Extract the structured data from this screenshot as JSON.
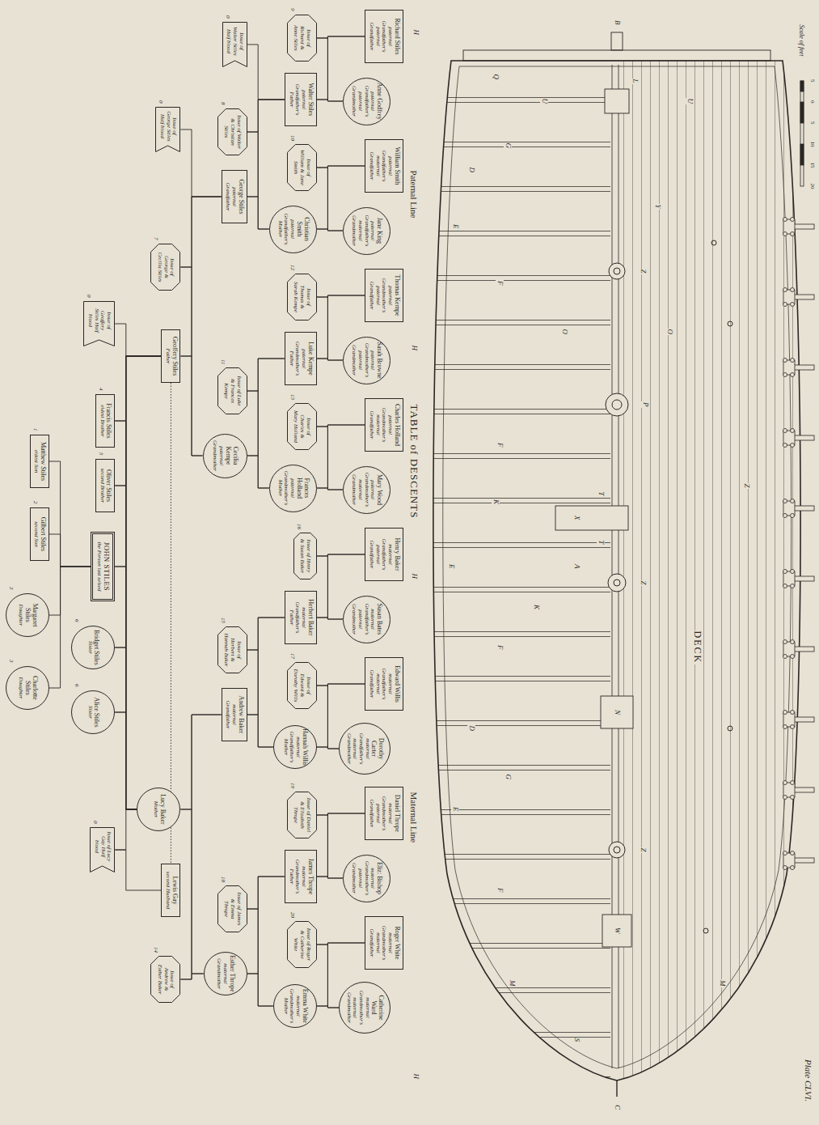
{
  "diagram": {
    "title": "TABLE of DESCENTS",
    "nodes": [
      {
        "text": [
          "Richard Stiles",
          "paternal Grandfather's paternal Grandfather"
        ]
      },
      {
        "text": [
          "Anne Godfrey",
          "paternal Grandfather's paternal Grandmother"
        ]
      },
      {
        "text": [
          "William Smith",
          "paternal Grandfather's maternal Grandfather"
        ]
      },
      {
        "text": [
          "Jane King",
          "paternal Grandfather's maternal Grandmother"
        ]
      },
      {
        "text": [
          "Thomas Kempe",
          "paternal Grandmother's paternal Grandfather"
        ]
      },
      {
        "text": [
          "Sarah Browne",
          "paternal Grandmother's paternal Grandmother"
        ]
      },
      {
        "text": [
          "Charles Holland",
          "paternal Grandmother's maternal Grandfather"
        ]
      },
      {
        "text": [
          "Mary Wood",
          "paternal Grandmother's maternal Grandmother"
        ]
      },
      {
        "text": [
          "Henry Baker",
          "maternal Grandfather's paternal Grandfather"
        ]
      },
      {
        "text": [
          "Susan Bates",
          "maternal Grandfather's paternal Grandmother"
        ]
      },
      {
        "text": [
          "Edward Willis",
          "maternal Grandfather's maternal Grandfather"
        ]
      },
      {
        "text": [
          "Dorothy Carter",
          "maternal Grandfather's maternal Grandmother"
        ]
      },
      {
        "text": [
          "Daniel Thrope",
          "maternal Grandmother's paternal Grandfather"
        ]
      },
      {
        "text": [
          "Eliz: Bishop",
          "maternal Grandmother's paternal Grandmother"
        ]
      },
      {
        "text": [
          "Roger White",
          "maternal Grandmother's maternal Grandfather"
        ]
      },
      {
        "text": [
          "Catherine Ward",
          "maternal Grandmother's maternal Grandmother"
        ]
      },
      {
        "text": [
          "Issue of Richard & Anne Stiles"
        ]
      },
      {
        "text": [
          "Walter Stiles",
          "paternal Grandfather's Father"
        ]
      },
      {
        "text": [
          "Issue of William & Jane Smith"
        ]
      },
      {
        "text": [
          "Christian Smith",
          "paternal Grandfather's Mother"
        ]
      },
      {
        "text": [
          "Issue of Thomas & Sarah Kempe"
        ]
      },
      {
        "text": [
          "Luke Kempe",
          "paternal Grandmother's Father"
        ]
      },
      {
        "text": [
          "Issue of Charles & Mary Holland"
        ]
      },
      {
        "text": [
          "Frances Holland",
          "paternal Grandmother's Mother"
        ]
      },
      {
        "text": [
          "Issue of Henry & Susan Baker"
        ]
      },
      {
        "text": [
          "Herbert Baker",
          "maternal Grandfather's Father"
        ]
      },
      {
        "text": [
          "Issue of Edward & Dorothy Willis"
        ]
      },
      {
        "text": [
          "Hannah Willis",
          "maternal Grandfather's Mother"
        ]
      },
      {
        "text": [
          "Issue of Daniel & Elizabeth Thrope"
        ]
      },
      {
        "text": [
          "James Thrope",
          "maternal Grandmother's Father"
        ]
      },
      {
        "text": [
          "Issue of Roger & Catherine White"
        ]
      },
      {
        "text": [
          "Emma White",
          "maternal Grandmother's Mother"
        ]
      },
      {
        "text": [
          "Issue of Walter Stiles Half blood"
        ]
      },
      {
        "text": [
          "Issue of Walter & Christian Stiles"
        ]
      },
      {
        "text": [
          "George Stiles",
          "paternal Grandfather"
        ]
      },
      {
        "text": [
          "Issue of Luke & Frances Kempe"
        ]
      },
      {
        "text": [
          "Cecilia Kempe",
          "paternal Grandmother"
        ]
      },
      {
        "text": [
          "Issue of Herbert & Hannah Baker"
        ]
      },
      {
        "text": [
          "Andrew Baker",
          "maternal Grandfather"
        ]
      },
      {
        "text": [
          "Issue of James & Emma Thrope"
        ]
      },
      {
        "text": [
          "Esther Thrope",
          "maternal Grandmother"
        ]
      },
      {
        "text": [
          "Issue of George Stiles Half blood"
        ]
      },
      {
        "text": [
          "Issue of George & Cecilia Stiles"
        ]
      },
      {
        "text": [
          "Geoffery Stiles",
          "Father"
        ]
      },
      {
        "text": [
          "Lucy Baker",
          "Mother"
        ]
      },
      {
        "text": [
          "Lewis Gay",
          "second Husband"
        ]
      },
      {
        "text": [
          "Issue of Andrew & Esther Baker"
        ]
      },
      {
        "text": [
          "Issue of Geoffery Stiles Half blood"
        ]
      },
      {
        "text": [
          "Francis Stiles",
          "eldest Brother"
        ]
      },
      {
        "text": [
          "Oliver Stiles",
          "second Brother"
        ]
      },
      {
        "text": [
          "JOHN STILES",
          "the Person last seised"
        ]
      },
      {
        "text": [
          "Bridget Stiles",
          "Sister"
        ]
      },
      {
        "text": [
          "Alice Stiles",
          "Sister"
        ]
      },
      {
        "text": [
          "Issue of Lucy Gay Half blood"
        ]
      },
      {
        "text": [
          "Matthew Stiles",
          "eldest Son"
        ]
      },
      {
        "text": [
          "Gilbert Stiles",
          "second Son"
        ]
      },
      {
        "text": [
          "Margaret Stiles",
          "Daughter"
        ]
      },
      {
        "text": [
          "Charlotte Stiles",
          "Daughter"
        ]
      }
    ],
    "edges": [
      {
        "from": 0,
        "to": 16,
        "arrow": "none"
      },
      {
        "from": 0,
        "to": 17,
        "arrow": "none"
      },
      {
        "from": 1,
        "to": 16,
        "arrow": "none"
      },
      {
        "from": 1,
        "to": 17,
        "arrow": "none"
      },
      {
        "from": 2,
        "to": 18,
        "arrow": "none"
      },
      {
        "from": 2,
        "to": 19,
        "arrow": "none"
      },
      {
        "from": 3,
        "to": 18,
        "arrow": "none"
      },
      {
        "from": 3,
        "to": 19,
        "arrow": "none"
      },
      {
        "from": 4,
        "to": 20,
        "arrow": "none"
      },
      {
        "from": 4,
        "to": 21,
        "arrow": "none"
      },
      {
        "from": 5,
        "to": 20,
        "arrow": "none"
      },
      {
        "from": 5,
        "to": 21,
        "arrow": "none"
      },
      {
        "from": 6,
        "to": 22,
        "arrow": "none"
      },
      {
        "from": 6,
        "to": 23,
        "arrow": "none"
      },
      {
        "from": 7,
        "to": 22,
        "arrow": "none"
      },
      {
        "from": 7,
        "to": 23,
        "arrow": "none"
      },
      {
        "from": 8,
        "to": 24,
        "arrow": "none"
      },
      {
        "from": 8,
        "to": 25,
        "arrow": "none"
      },
      {
        "from": 9,
        "to": 24,
        "arrow": "none"
      },
      {
        "from": 9,
        "to": 25,
        "arrow": "none"
      },
      {
        "from": 10,
        "to": 26,
        "arrow": "none"
      },
      {
        "from": 10,
        "to": 27,
        "arrow": "none"
      },
      {
        "from": 11,
        "to": 26,
        "arrow": "none"
      },
      {
        "from": 11,
        "to": 27,
        "arrow": "none"
      },
      {
        "from": 12,
        "to": 28,
        "arrow": "none"
      },
      {
        "from": 12,
        "to": 29,
        "arrow": "none"
      },
      {
        "from": 13,
        "to": 28,
        "arrow": "none"
      },
      {
        "from": 13,
        "to": 29,
        "arrow": "none"
      },
      {
        "from": 14,
        "to": 30,
        "arrow": "none"
      },
      {
        "from": 14,
        "to": 31,
        "arrow": "none"
      },
      {
        "from": 15,
        "to": 30,
        "arrow": "none"
      },
      {
        "from": 15,
        "to": 31,
        "arrow": "none"
      },
      {
        "from": 17,
        "to": 32,
        "arrow": "none"
      },
      {
        "from": 17,
        "to": 33,
        "arrow": "none"
      },
      {
        "from": 17,
        "to": 34,
        "arrow": "none"
      },
      {
        "from": 19,
        "to": 33,
        "arrow": "none"
      },
      {
        "from": 19,
        "to": 34,
        "arrow": "none"
      },
      {
        "from": 21,
        "to": 35,
        "arrow": "none"
      },
      {
        "from": 21,
        "to": 36,
        "arrow": "none"
      },
      {
        "from": 23,
        "to": 35,
        "arrow": "none"
      },
      {
        "from": 23,
        "to": 36,
        "arrow": "none"
      },
      {
        "from": 25,
        "to": 37,
        "arrow": "none"
      },
      {
        "from": 25,
        "to": 38,
        "arrow": "none"
      },
      {
        "from": 27,
        "to": 37,
        "arrow": "none"
      },
      {
        "from": 27,
        "to": 38,
        "arrow": "none"
      },
      {
        "from": 29,
        "to": 39,
        "arrow": "none"
      },
      {
        "from": 29,
        "to": 40,
        "arrow": "none"
      },
      {
        "from": 31,
        "to": 39,
        "arrow": "none"
      },
      {
        "from": 31,
        "to": 40,
        "arrow": "none"
      },
      {
        "from": 34,
        "to": 41,
        "arrow": "none"
      },
      {
        "from": 34,
        "to": 42,
        "arrow": "none"
      },
      {
        "from": 34,
        "to": 43,
        "arrow": "none"
      },
      {
        "from": 36,
        "to": 42,
        "arrow": "none"
      },
      {
        "from": 36,
        "to": 43,
        "arrow": "none"
      },
      {
        "from": 38,
        "to": 44,
        "arrow": "none"
      },
      {
        "from": 38,
        "to": 46,
        "arrow": "none"
      },
      {
        "from": 40,
        "to": 44,
        "arrow": "none"
      },
      {
        "from": 40,
        "to": 46,
        "arrow": "none"
      },
      {
        "from": 43,
        "to": 44,
        "arrow": "none"
      },
      {
        "from": 44,
        "to": 45,
        "arrow": "none"
      },
      {
        "from": 43,
        "to": 47,
        "arrow": "none"
      },
      {
        "from": 43,
        "to": 48,
        "arrow": "none"
      },
      {
        "from": 43,
        "to": 49,
        "arrow": "none"
      },
      {
        "from": 43,
        "to": 50,
        "arrow": "none"
      },
      {
        "from": 43,
        "to": 51,
        "arrow": "none"
      },
      {
        "from": 43,
        "to": 52,
        "arrow": "none"
      },
      {
        "from": 44,
        "to": 48,
        "arrow": "none"
      },
      {
        "from": 44,
        "to": 49,
        "arrow": "none"
      },
      {
        "from": 44,
        "to": 50,
        "arrow": "none"
      },
      {
        "from": 44,
        "to": 51,
        "arrow": "none"
      },
      {
        "from": 44,
        "to": 52,
        "arrow": "none"
      },
      {
        "from": 44,
        "to": 53,
        "arrow": "none"
      },
      {
        "from": 45,
        "to": 53,
        "arrow": "none"
      },
      {
        "from": 50,
        "to": 54,
        "arrow": "none"
      },
      {
        "from": 50,
        "to": 55,
        "arrow": "none"
      },
      {
        "from": 50,
        "to": 56,
        "arrow": "none"
      },
      {
        "from": 50,
        "to": 57,
        "arrow": "none"
      }
    ],
    "labels": [
      "Scale of feet",
      "5",
      "0",
      "5",
      "10",
      "15",
      "20",
      "Plate CLVI.",
      "Paternal Line",
      "Maternal Line",
      "H",
      "H",
      "H",
      "H",
      "B",
      "L",
      "C",
      "S",
      "M",
      "M",
      "U",
      "U",
      "Y",
      "O",
      "O",
      "P",
      "Z",
      "Z",
      "Z",
      "Z",
      "X",
      "T",
      "T",
      "N",
      "W",
      "DECK",
      "D",
      "D",
      "E",
      "E",
      "E",
      "F",
      "F",
      "F",
      "F",
      "G",
      "G",
      "K",
      "K",
      "Q",
      "A",
      "9",
      "10",
      "12",
      "13",
      "16",
      "17",
      "19",
      "20",
      "0",
      "8",
      "11",
      "15",
      "18",
      "0",
      "7",
      "14",
      "0",
      "4",
      "5",
      "6",
      "6",
      "0",
      "1",
      "2",
      "3",
      "3"
    ]
  }
}
